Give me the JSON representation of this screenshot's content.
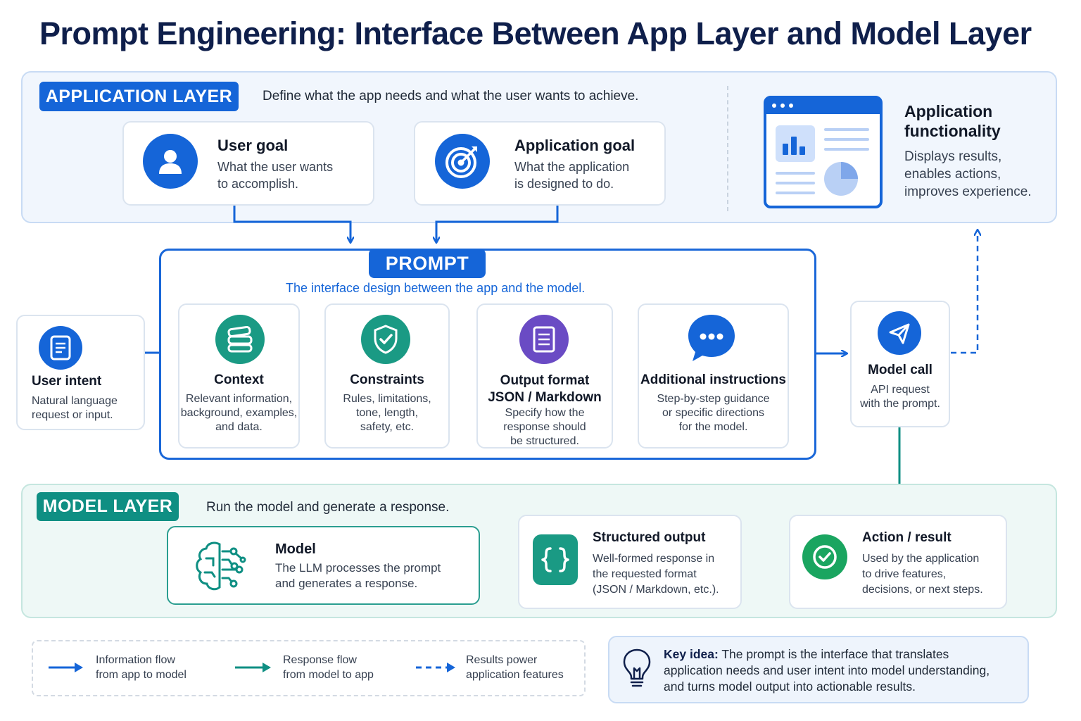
{
  "title": "Prompt Engineering: Interface Between App Layer and Model Layer",
  "application_layer": {
    "tag": "APPLICATION LAYER",
    "description": "Define what the app needs and what the user wants to achieve.",
    "user_goal": {
      "title": "User goal",
      "text_1": "What the user wants",
      "text_2": "to accomplish."
    },
    "application_goal": {
      "title": "Application goal",
      "text_1": "What the application",
      "text_2": "is designed to do."
    },
    "functionality": {
      "title_1": "Application",
      "title_2": "functionality",
      "text_1": "Displays results,",
      "text_2": "enables actions,",
      "text_3": "improves experience."
    }
  },
  "prompt": {
    "tag": "PROMPT",
    "subtitle": "The interface design between the app and the model.",
    "context": {
      "title": "Context",
      "text_1": "Relevant information,",
      "text_2": "background, examples,",
      "text_3": "and data."
    },
    "constraints": {
      "title": "Constraints",
      "text_1": "Rules, limitations,",
      "text_2": "tone, length,",
      "text_3": "safety, etc."
    },
    "output_format": {
      "title_1": "Output format",
      "title_2": "JSON / Markdown",
      "text_1": "Specify how the",
      "text_2": "response should",
      "text_3": "be structured."
    },
    "additional": {
      "title": "Additional instructions",
      "text_1": "Step-by-step guidance",
      "text_2": "or specific directions",
      "text_3": "for the model."
    }
  },
  "user_intent": {
    "title": "User intent",
    "text_1": "Natural language",
    "text_2": "request or input."
  },
  "model_call": {
    "title": "Model call",
    "text_1": "API request",
    "text_2": "with the prompt."
  },
  "model_layer": {
    "tag": "MODEL LAYER",
    "description": "Run the model and generate a response.",
    "model": {
      "title": "Model",
      "text_1": "The LLM processes the prompt",
      "text_2": "and generates a response."
    },
    "structured": {
      "title": "Structured output",
      "text_1": "Well-formed response in",
      "text_2": "the requested format",
      "text_3": "(JSON / Markdown, etc.)."
    },
    "action": {
      "title": "Action / result",
      "text_1": "Used by the application",
      "text_2": "to drive features,",
      "text_3": "decisions, or next steps."
    }
  },
  "legend": {
    "info_1": "Information flow",
    "info_2": "from app to model",
    "response_1": "Response flow",
    "response_2": "from model to app",
    "results_1": "Results power",
    "results_2": "application features"
  },
  "key_idea": {
    "label": "Key idea:",
    "line_1": "The prompt is the interface that translates",
    "line_2": "application needs and user intent into model understanding,",
    "line_3": "and turns model output into actionable results."
  },
  "colors": {
    "app_blue": "#1565d8",
    "model_teal": "#0f8f83",
    "title_navy": "#0f1f4b",
    "context_teal": "#1a9a84",
    "output_purple": "#6a4bc4",
    "action_green": "#1aa560"
  },
  "icons": {
    "user_goal": "user-icon",
    "application_goal": "target-icon",
    "functionality": "dashboard-window-icon",
    "user_intent": "document-icon",
    "context": "stack-icon",
    "constraints": "shield-check-icon",
    "output_format": "list-document-icon",
    "additional": "chat-bubble-icon",
    "model_call": "send-icon",
    "model": "brain-circuit-icon",
    "structured": "braces-icon",
    "action": "check-circle-icon",
    "key_idea": "lightbulb-icon"
  }
}
